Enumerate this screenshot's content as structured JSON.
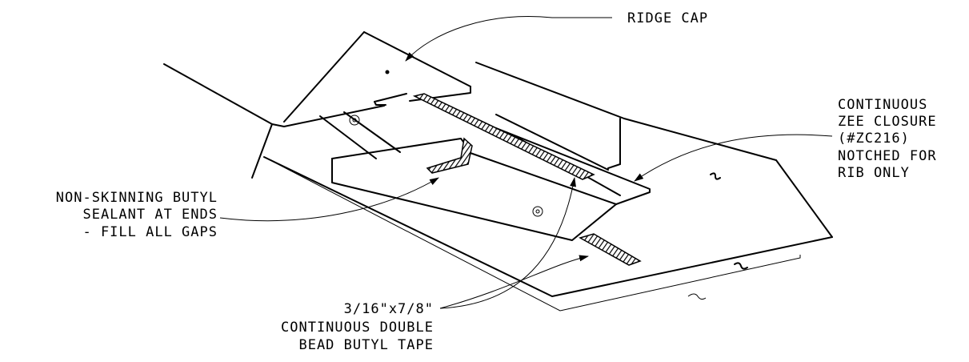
{
  "labels": {
    "ridge_cap": "RIDGE CAP",
    "zee_closure": [
      "CONTINUOUS",
      "ZEE CLOSURE",
      "(#ZC216)",
      "NOTCHED FOR",
      "RIB ONLY"
    ],
    "butyl_sealant": [
      "NON-SKINNING BUTYL",
      "SEALANT AT ENDS",
      "- FILL ALL GAPS"
    ],
    "butyl_tape": [
      "3/16\"x7/8\"",
      "CONTINUOUS DOUBLE",
      "BEAD BUTYL TAPE"
    ]
  },
  "colors": {
    "line": "#000000",
    "background": "#ffffff"
  }
}
